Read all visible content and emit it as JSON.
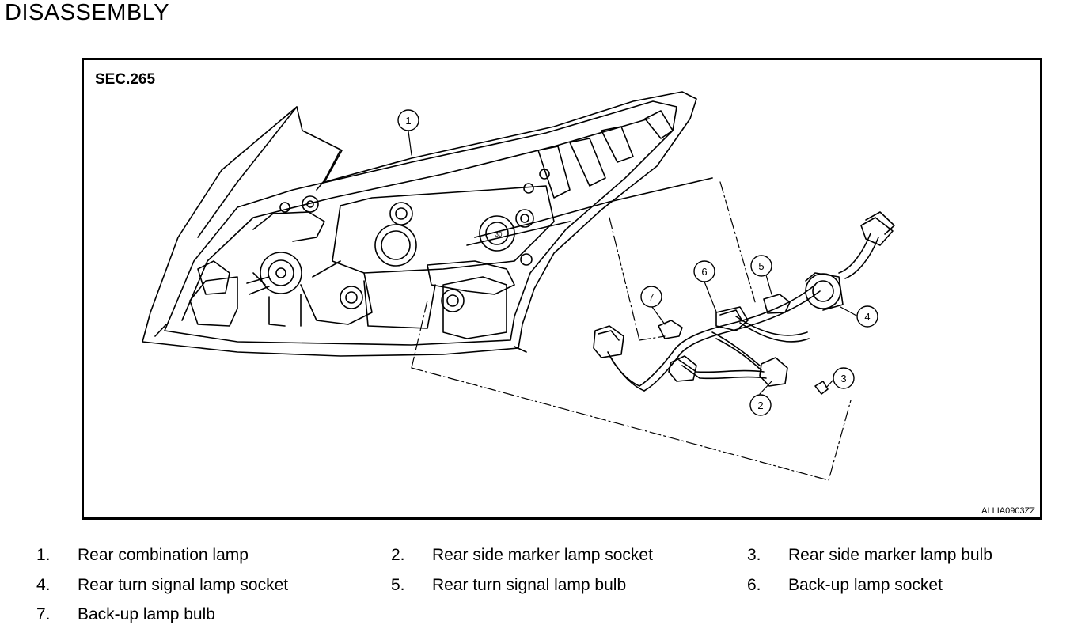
{
  "page": {
    "heading": "DISASSEMBLY"
  },
  "figure": {
    "section": "SEC.265",
    "code": "ALLIA0903ZZ",
    "callouts": [
      "1",
      "2",
      "3",
      "4",
      "5",
      "6",
      "7"
    ],
    "stamp": "30"
  },
  "legend": [
    {
      "number": "1.",
      "label": "Rear combination lamp"
    },
    {
      "number": "2.",
      "label": "Rear side marker lamp socket"
    },
    {
      "number": "3.",
      "label": "Rear side marker lamp bulb"
    },
    {
      "number": "4.",
      "label": "Rear turn signal lamp socket"
    },
    {
      "number": "5.",
      "label": "Rear turn signal lamp bulb"
    },
    {
      "number": "6.",
      "label": "Back-up lamp socket"
    },
    {
      "number": "7.",
      "label": "Back-up lamp bulb"
    }
  ]
}
